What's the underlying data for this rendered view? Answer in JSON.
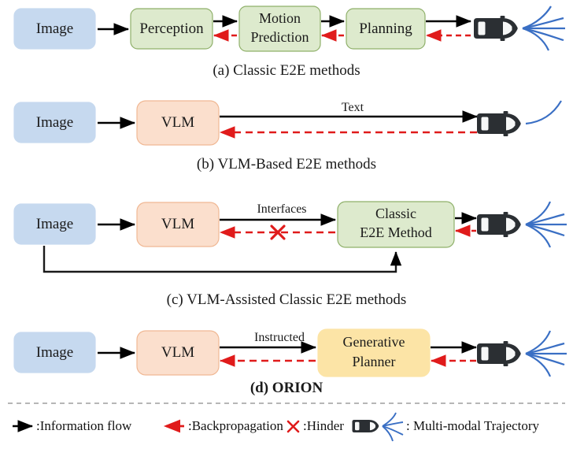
{
  "figure": {
    "title_rows": [
      {
        "id": "a",
        "caption": "(a) Classic E2E methods",
        "nodes": [
          {
            "name": "Image",
            "type": "input"
          },
          {
            "name": "Perception",
            "type": "module"
          },
          {
            "name": "Motion Prediction",
            "line1": "Motion",
            "line2": "Prediction",
            "type": "module"
          },
          {
            "name": "Planning",
            "type": "module"
          },
          {
            "name": "vehicle",
            "type": "car",
            "trajectory": "multi-modal"
          }
        ],
        "edge_labels": []
      },
      {
        "id": "b",
        "caption": "(b) VLM-Based E2E methods",
        "nodes": [
          {
            "name": "Image",
            "type": "input"
          },
          {
            "name": "VLM",
            "type": "vlm"
          },
          {
            "name": "vehicle",
            "type": "car",
            "trajectory": "single"
          }
        ],
        "edge_labels": [
          "Text"
        ]
      },
      {
        "id": "c",
        "caption": "(c) VLM-Assisted Classic E2E methods",
        "nodes": [
          {
            "name": "Image",
            "type": "input"
          },
          {
            "name": "VLM",
            "type": "vlm"
          },
          {
            "name": "Classic E2E Method",
            "line1": "Classic",
            "line2": "E2E Method",
            "type": "module"
          },
          {
            "name": "vehicle",
            "type": "car",
            "trajectory": "multi-modal"
          }
        ],
        "edge_labels": [
          "Interfaces"
        ],
        "has_hinder": true,
        "has_bypass": true
      },
      {
        "id": "d",
        "caption": "(d) ORION",
        "caption_bold": true,
        "nodes": [
          {
            "name": "Image",
            "type": "input"
          },
          {
            "name": "VLM",
            "type": "vlm"
          },
          {
            "name": "Generative Planner",
            "line1": "Generative",
            "line2": "Planner",
            "type": "planner"
          },
          {
            "name": "vehicle",
            "type": "car",
            "trajectory": "multi-modal"
          }
        ],
        "edge_labels": [
          "Instructed"
        ]
      }
    ],
    "legend": {
      "items": [
        {
          "symbol": "solid-arrow",
          "label": ":Information flow"
        },
        {
          "symbol": "dashed-red-arrow",
          "label": ":Backpropagation"
        },
        {
          "symbol": "red-cross",
          "label": ":Hinder"
        },
        {
          "symbol": "car-trajectory",
          "label": ": Multi-modal Trajectory"
        }
      ]
    },
    "colors": {
      "image_box_fill": "#c6d9ef",
      "image_box_stroke": "#c6d9ef",
      "module_box_fill": "#ddeacd",
      "module_box_stroke": "#8fb06a",
      "vlm_box_fill": "#fbdfcd",
      "vlm_box_stroke": "#f0b894",
      "planner_box_fill": "#fce4a6",
      "planner_box_stroke": "#fce4a6",
      "info_flow": "#000000",
      "backprop": "#e01b1b",
      "hinder": "#e01b1b",
      "trajectory": "#3a6fc4",
      "car_body": "#2b2f33",
      "divider": "#8a8a8a"
    },
    "labels": {
      "image": "Image",
      "vlm": "VLM"
    }
  }
}
